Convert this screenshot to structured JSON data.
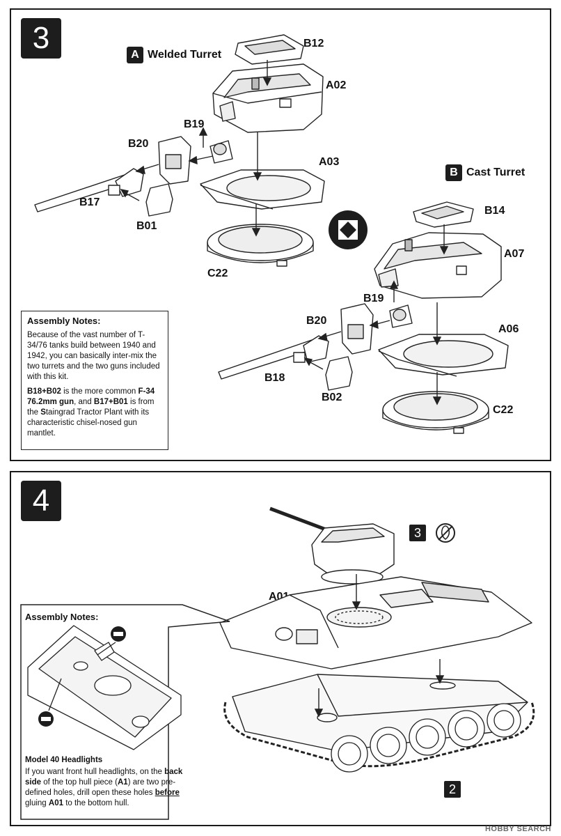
{
  "step3": {
    "number": "3",
    "section_a": {
      "letter": "A",
      "title": "Welded Turret"
    },
    "section_b": {
      "letter": "B",
      "title": "Cast Turret"
    },
    "parts_a": [
      "B12",
      "A02",
      "B19",
      "B20",
      "A03",
      "B17",
      "B01",
      "C22"
    ],
    "parts_b": [
      "B14",
      "A07",
      "B19",
      "B20",
      "A06",
      "B18",
      "B02",
      "C22"
    ],
    "notes": {
      "heading": "Assembly Notes:",
      "para1": "Because of the vast number of T-34/76 tanks build between 1940 and 1942, you can basically inter-mix the two turrets and the two guns included with this kit.",
      "p2_b1": "B18+B02",
      "p2_t1": " is the more common ",
      "p2_b2": "F-34 76.2mm gun",
      "p2_t2": ", and ",
      "p2_b3": "B17+B01",
      "p2_t3": " is from the ",
      "p2_b4": "S",
      "p2_t4": "taingrad Tractor Plant with its characteristic chisel-nosed gun mantlet."
    }
  },
  "step4": {
    "number": "4",
    "ref_step": "3",
    "ref_sub": "2",
    "part_label": "A01",
    "notes": {
      "heading": "Assembly Notes:",
      "subheading": "Model 40 Headlights",
      "t1": "If you want front hull headlights, on the ",
      "b1": "back side",
      "t2": " of the top hull piece (",
      "b2": "A1",
      "t3": ") are two pre-defined holes, drill open these holes ",
      "u1": "before",
      "t4": " gluing ",
      "b3": "A01",
      "t5": " to the bottom hull."
    }
  },
  "watermark": "HOBBY SEARCH"
}
